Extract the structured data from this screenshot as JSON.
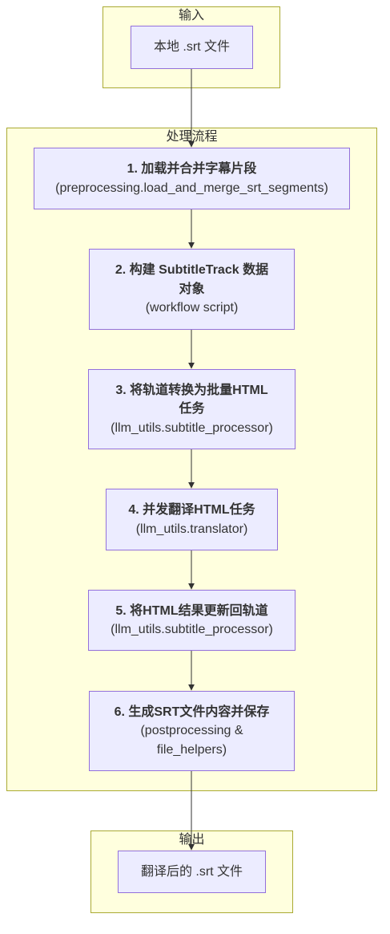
{
  "clusters": {
    "input": {
      "label": "输入"
    },
    "process": {
      "label": "处理流程"
    },
    "output": {
      "label": "输出"
    }
  },
  "nodes": {
    "input_file": {
      "label": "本地 .srt 文件"
    },
    "step1": {
      "title": "1. 加载并合并字幕片段",
      "module": "(preprocessing.load_and_merge_srt_segments)"
    },
    "step2": {
      "title_line1": "2. 构建 SubtitleTrack 数据",
      "title_line2": "对象",
      "module": "(workflow script)"
    },
    "step3": {
      "title_line1": "3. 将轨道转换为批量HTML",
      "title_line2": "任务",
      "module": "(llm_utils.subtitle_processor)"
    },
    "step4": {
      "title": "4. 并发翻译HTML任务",
      "module": "(llm_utils.translator)"
    },
    "step5": {
      "title": "5. 将HTML结果更新回轨道",
      "module": "(llm_utils.subtitle_processor)"
    },
    "step6": {
      "title": "6. 生成SRT文件内容并保存",
      "module_line1": "(postprocessing &",
      "module_line2": "file_helpers)"
    },
    "output_file": {
      "label": "翻译后的 .srt 文件"
    }
  },
  "colors": {
    "cluster_fill": "#ffffde",
    "cluster_stroke": "#aaaa33",
    "node_fill": "#ececff",
    "node_stroke": "#9370db",
    "edge": "#333333",
    "text": "#333333"
  }
}
